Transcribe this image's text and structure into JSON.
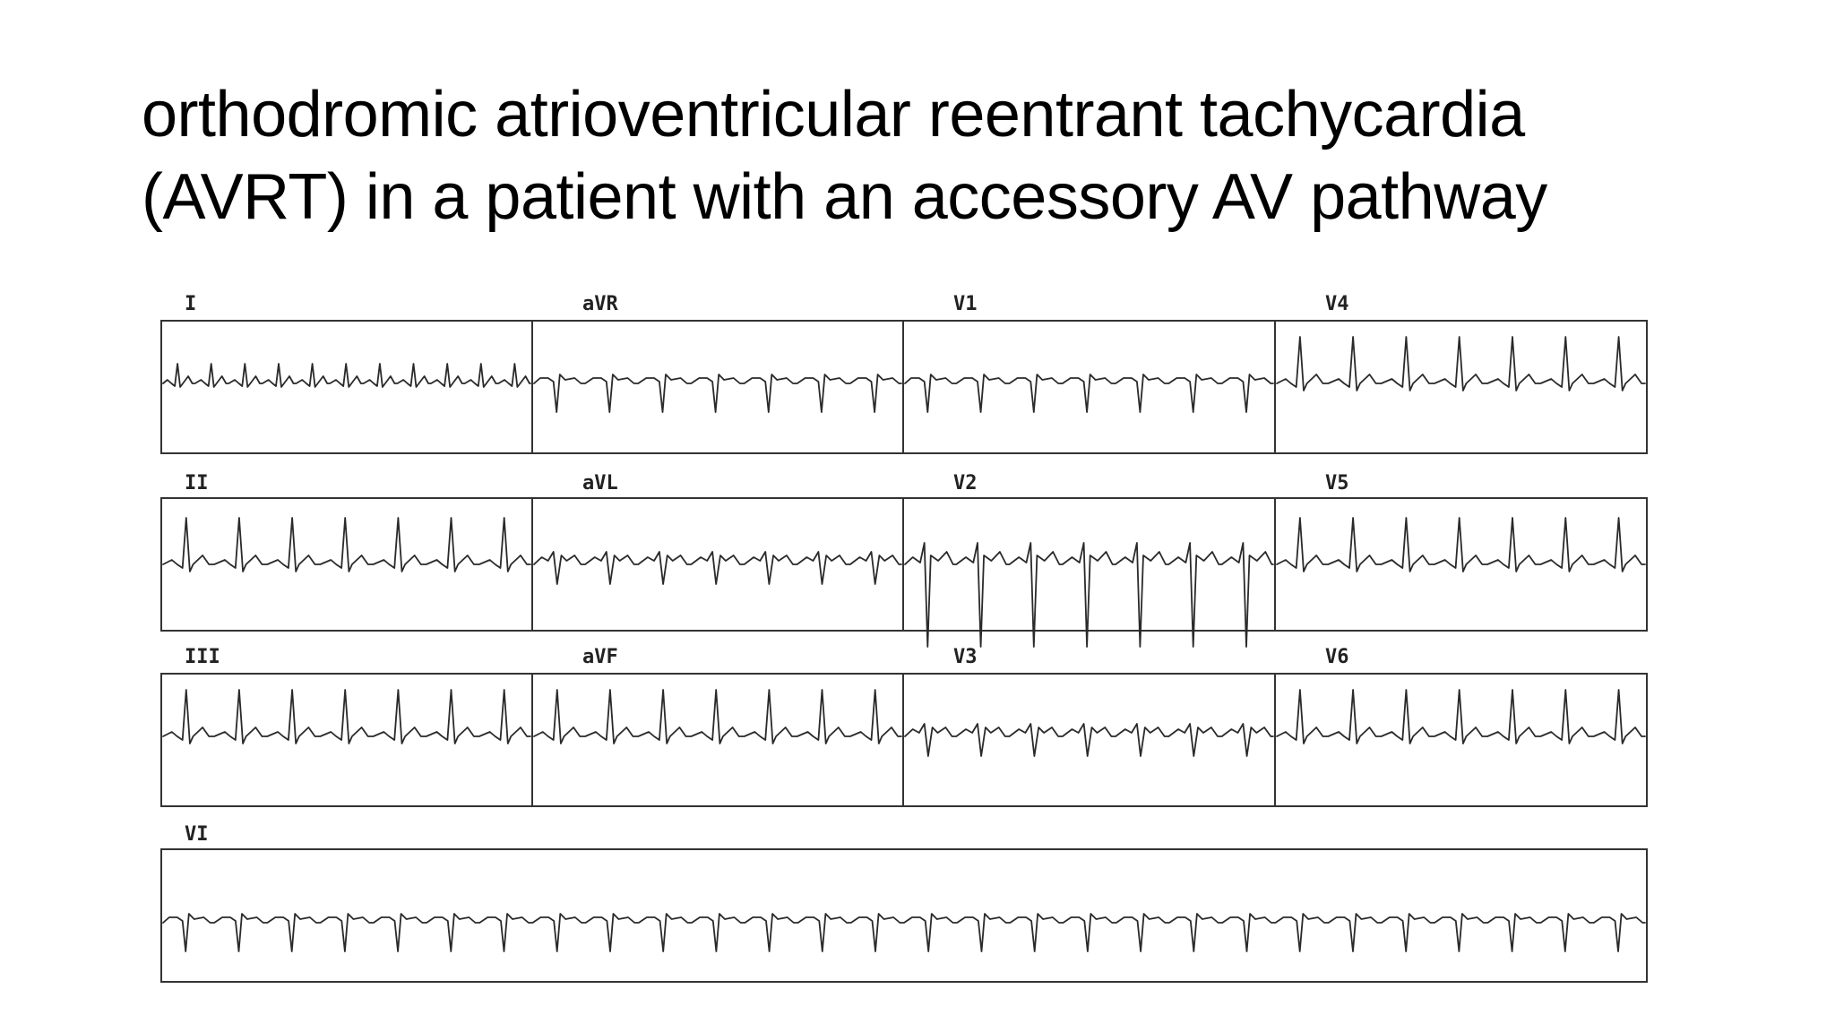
{
  "slide": {
    "title_line1": "orthodromic atrioventricular reentrant tachycardia",
    "title_line2": "(AVRT) in a patient with an accessory AV pathway"
  },
  "ecg": {
    "rows": [
      {
        "leads": [
          {
            "name": "I",
            "complex": "small_upright",
            "beats": 11
          },
          {
            "name": "aVR",
            "complex": "inverted",
            "beats": 7
          },
          {
            "name": "V1",
            "complex": "inverted",
            "beats": 7
          },
          {
            "name": "V4",
            "complex": "tall_upright",
            "beats": 7
          }
        ]
      },
      {
        "leads": [
          {
            "name": "II",
            "complex": "tall_upright",
            "beats": 7
          },
          {
            "name": "aVL",
            "complex": "biphasic",
            "beats": 7
          },
          {
            "name": "V2",
            "complex": "deep_inverted",
            "beats": 7
          },
          {
            "name": "V5",
            "complex": "tall_upright",
            "beats": 7
          }
        ]
      },
      {
        "leads": [
          {
            "name": "III",
            "complex": "tall_upright",
            "beats": 7
          },
          {
            "name": "aVF",
            "complex": "tall_upright",
            "beats": 7
          },
          {
            "name": "V3",
            "complex": "biphasic",
            "beats": 7
          },
          {
            "name": "V6",
            "complex": "tall_upright",
            "beats": 7
          }
        ]
      }
    ],
    "rhythm_strip": {
      "name": "VI",
      "complex": "inverted",
      "beats": 28
    }
  }
}
